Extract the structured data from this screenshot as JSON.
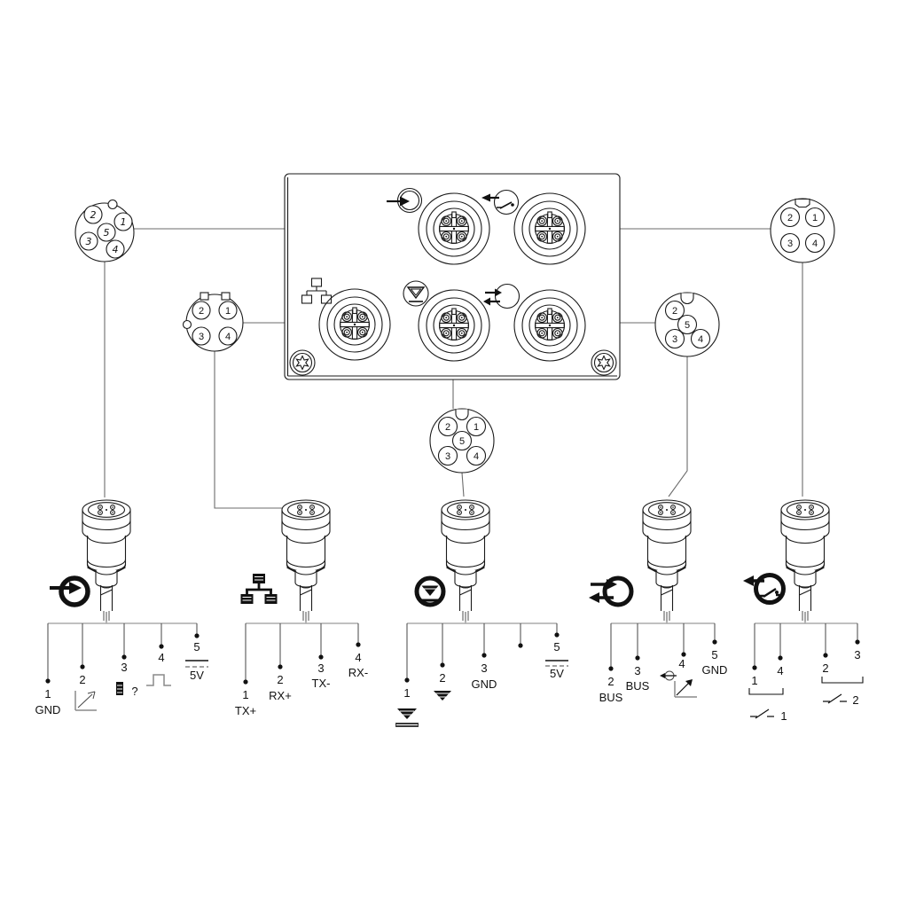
{
  "pinouts": {
    "tl": {
      "p1": "1",
      "p2": "2",
      "p3": "3",
      "p4": "4",
      "p5": "5"
    },
    "eth": {
      "p1": "1",
      "p2": "2",
      "p3": "3",
      "p4": "4"
    },
    "mid": {
      "p1": "1",
      "p2": "2",
      "p3": "3",
      "p4": "4",
      "p5": "5"
    },
    "rm": {
      "p2": "2",
      "p3": "3",
      "p4": "4",
      "p5": "5"
    },
    "tr": {
      "p1": "1",
      "p2": "2",
      "p3": "3",
      "p4": "4"
    }
  },
  "cables": {
    "power": {
      "t1": {
        "pin": "1",
        "label": "GND"
      },
      "t2": {
        "pin": "2"
      },
      "t3": {
        "pin": "3",
        "label": "?"
      },
      "t4": {
        "pin": "4"
      },
      "t5": {
        "pin": "5",
        "label": "5V"
      }
    },
    "ethernet": {
      "t1": {
        "pin": "1",
        "label": "TX+"
      },
      "t2": {
        "pin": "2",
        "label": "RX+"
      },
      "t3": {
        "pin": "3",
        "label": "TX-"
      },
      "t4": {
        "pin": "4",
        "label": "RX-"
      }
    },
    "level": {
      "t1": {
        "pin": "1"
      },
      "t2": {
        "pin": "2"
      },
      "t3": {
        "pin": "3",
        "label": "GND"
      },
      "t5": {
        "pin": "5",
        "label": "5V"
      }
    },
    "bus": {
      "t2": {
        "pin": "2",
        "label": "BUS"
      },
      "t3": {
        "pin": "3",
        "label": "BUS"
      },
      "t4": {
        "pin": "4"
      },
      "t5": {
        "pin": "5",
        "label": "GND"
      }
    },
    "relay": {
      "t1": {
        "pin": "1"
      },
      "t4": {
        "pin": "4"
      },
      "t2": {
        "pin": "2"
      },
      "t3": {
        "pin": "3"
      },
      "contact1": "1",
      "contact2": "2"
    }
  },
  "icons": {
    "device": [
      "power-in-icon",
      "switch-out-icon",
      "ethernet-icon",
      "level-icon",
      "bus-io-icon"
    ],
    "cables": [
      "power-in-icon",
      "ethernet-icon",
      "level-icon",
      "bus-io-icon",
      "switch-out-icon"
    ],
    "terminal": [
      "ramp-icon",
      "program-icon",
      "pulse-icon",
      "dc-symbol",
      "level-full-icon",
      "level-empty-icon",
      "teach-icon",
      "contact-switch-icon"
    ]
  },
  "colors": {
    "line": "#1a1a1a",
    "wire": "#9a9a9a",
    "icon": "#111111"
  }
}
